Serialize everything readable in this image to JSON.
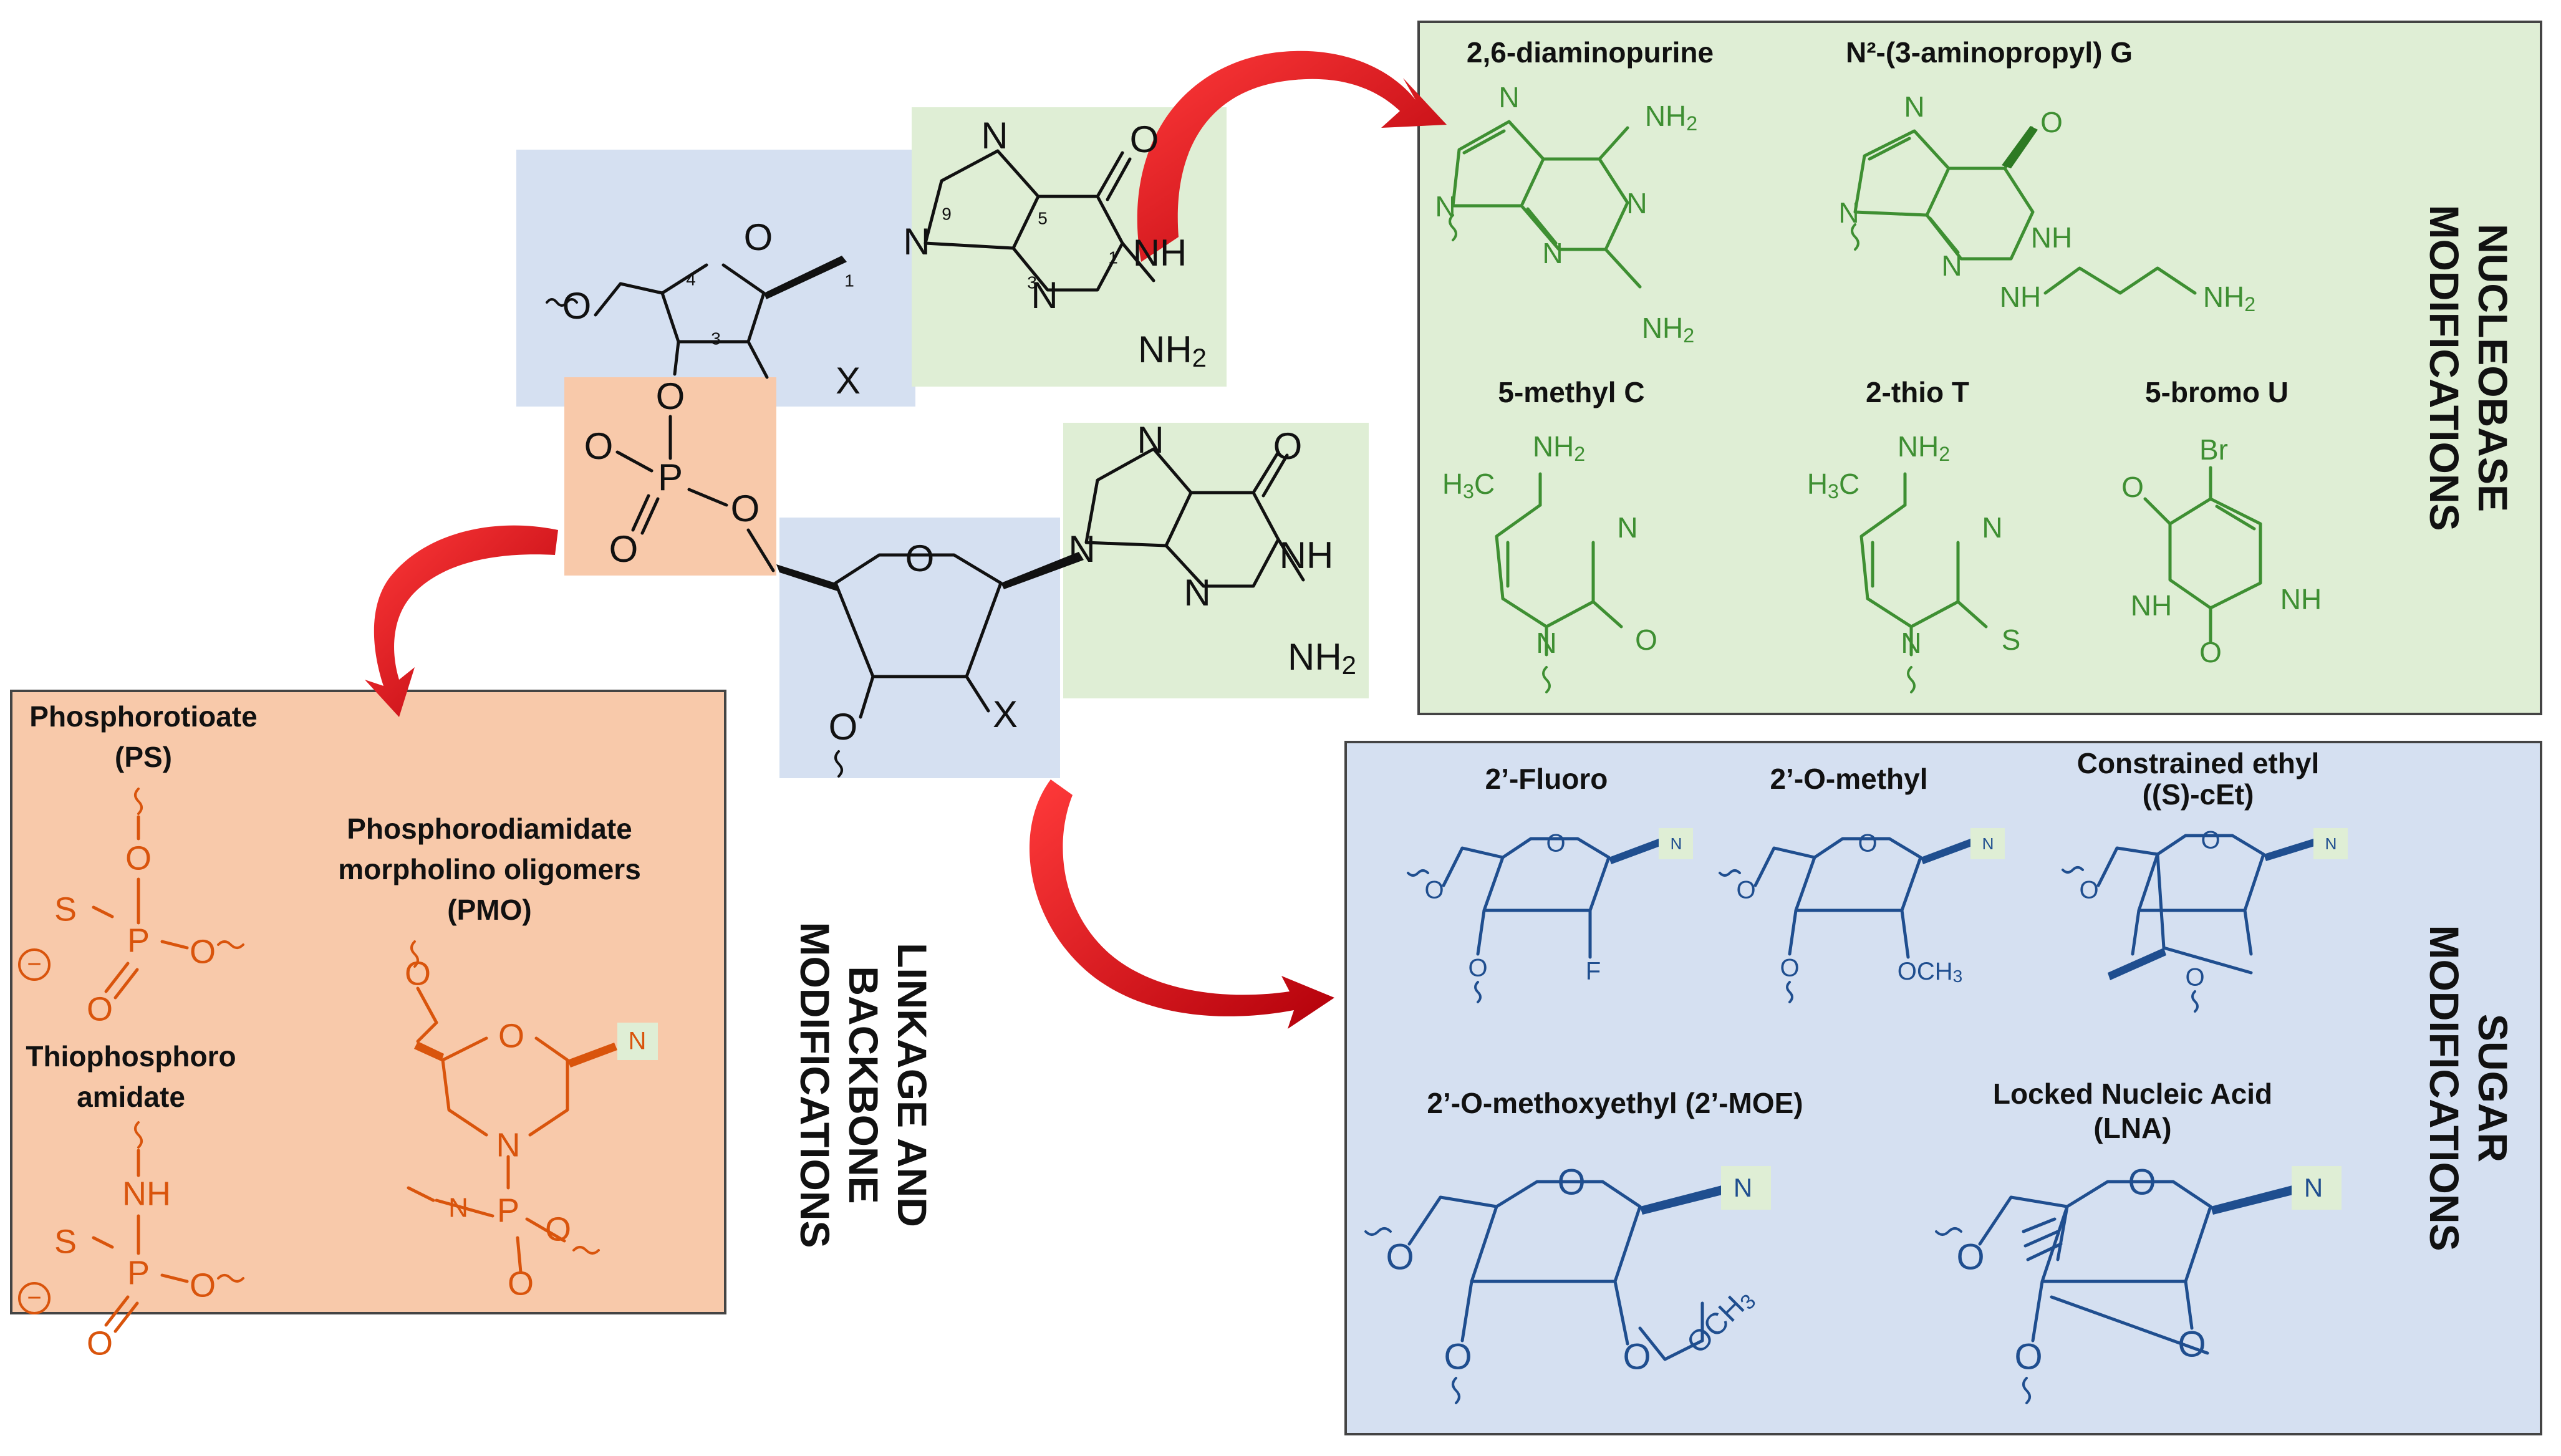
{
  "section_titles": {
    "nucleobase": [
      "NUCLEOBASE",
      "MODIFICATIONS"
    ],
    "sugar": [
      "SUGAR",
      "MODIFICATIONS"
    ],
    "linkage": [
      "LINKAGE AND",
      "BACKBONE",
      "MODIFICATIONS"
    ]
  },
  "nucleobase_mods": {
    "diaminopurine": "2,6-diaminopurine",
    "aminopropyl_g": "N²-(3-aminopropyl) G",
    "methyl_c": "5-methyl C",
    "thio_t": "2-thio T",
    "bromo_u": "5-bromo U"
  },
  "sugar_mods": {
    "fluoro": "2’-Fluoro",
    "o_methyl": "2’-O-methyl",
    "cet": [
      "Constrained ethyl",
      "((S)-cEt)"
    ],
    "moe": "2’-O-methoxyethyl (2’-MOE)",
    "lna": [
      "Locked Nucleic Acid",
      "(LNA)"
    ]
  },
  "linkage_mods": {
    "ps": [
      "Phosphorotioate",
      "(PS)"
    ],
    "pmo": [
      "Phosphorodiamidate",
      "morpholino oligomers",
      "(PMO)"
    ],
    "thiophosphoro": [
      "Thiophosphoro",
      "amidate"
    ]
  },
  "atoms": {
    "O": "O",
    "N": "N",
    "NH": "NH",
    "NH2": "NH",
    "two": "2",
    "X": "X",
    "P": "P",
    "S": "S",
    "F": "F",
    "OCH3": "OCH",
    "three": "3",
    "CH3": "C",
    "H3C": "H",
    "Br": "Br",
    "minus": "−",
    "ring_nums": [
      "9",
      "5",
      "1",
      "3",
      "1",
      "4",
      "3"
    ]
  },
  "colors": {
    "nucleobase_bg": "#dfeed5",
    "sugar_bg": "#d5e0f1",
    "linkage_bg": "#f8c9aa",
    "arrow": "#d0121a",
    "green": "#3e8f32",
    "blue": "#1f4e8f",
    "orange": "#d9540c"
  }
}
